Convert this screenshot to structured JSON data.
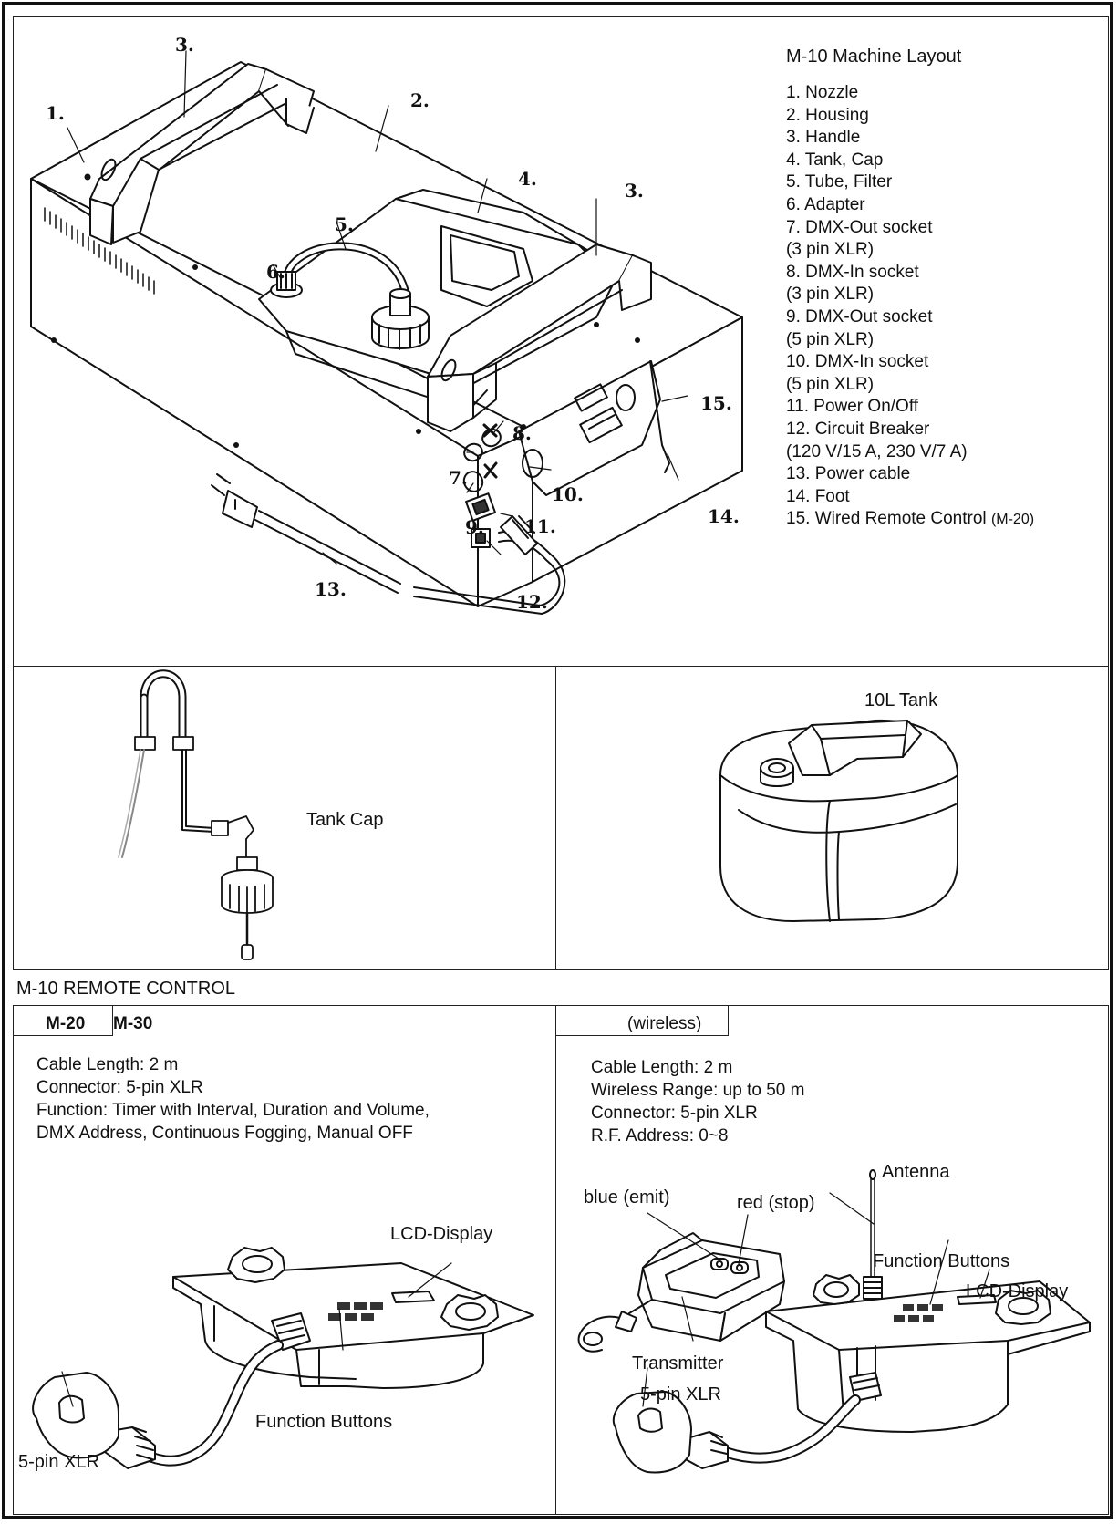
{
  "layout_panel": {
    "title": "M-10 Machine Layout",
    "legend": [
      "1. Nozzle",
      "2. Housing",
      "3. Handle",
      "4. Tank, Cap",
      "5. Tube, Filter",
      "6. Adapter",
      "7. DMX-Out socket",
      "(3 pin XLR)",
      "8. DMX-In socket",
      "(3 pin XLR)",
      "9. DMX-Out socket",
      "(5 pin XLR)",
      "10. DMX-In socket",
      "(5 pin XLR)",
      "11. Power On/Off",
      "12. Circuit Breaker",
      "(120 V/15 A, 230 V/7 A)",
      "13. Power cable",
      "14. Foot",
      "15. Wired Remote Control"
    ],
    "legend_suffix": "(M-20)",
    "callouts": [
      "1.",
      "2.",
      "3.",
      "3.",
      "4.",
      "5.",
      "6.",
      "7.",
      "8.",
      "9.",
      "10.",
      "11.",
      "12.",
      "13.",
      "14.",
      "15."
    ]
  },
  "tank_cap_panel": {
    "label": "Tank Cap"
  },
  "tank_panel": {
    "label": "10L Tank"
  },
  "remote_section": {
    "title": "M-10 REMOTE CONTROL"
  },
  "wired_panel": {
    "tab_m20": "M-20",
    "tab_m30": "M-30",
    "specs": [
      "Cable Length: 2 m",
      "Connector: 5-pin XLR",
      "Function: Timer with Interval, Duration and Volume,",
      "DMX Address, Continuous Fogging, Manual OFF"
    ],
    "labels": {
      "lcd": "LCD-Display",
      "buttons": "Function Buttons",
      "xlr": "5-pin XLR"
    }
  },
  "wireless_panel": {
    "tab": "(wireless)",
    "specs": [
      "Cable Length: 2 m",
      "Wireless Range: up to 50 m",
      "Connector: 5-pin XLR",
      "R.F. Address: 0~8"
    ],
    "labels": {
      "antenna": "Antenna",
      "blue": "blue (emit)",
      "red": "red (stop)",
      "buttons": "Function Buttons",
      "lcd": "LCD-Display",
      "transmitter": "Transmitter",
      "xlr": "5-pin XLR"
    }
  }
}
